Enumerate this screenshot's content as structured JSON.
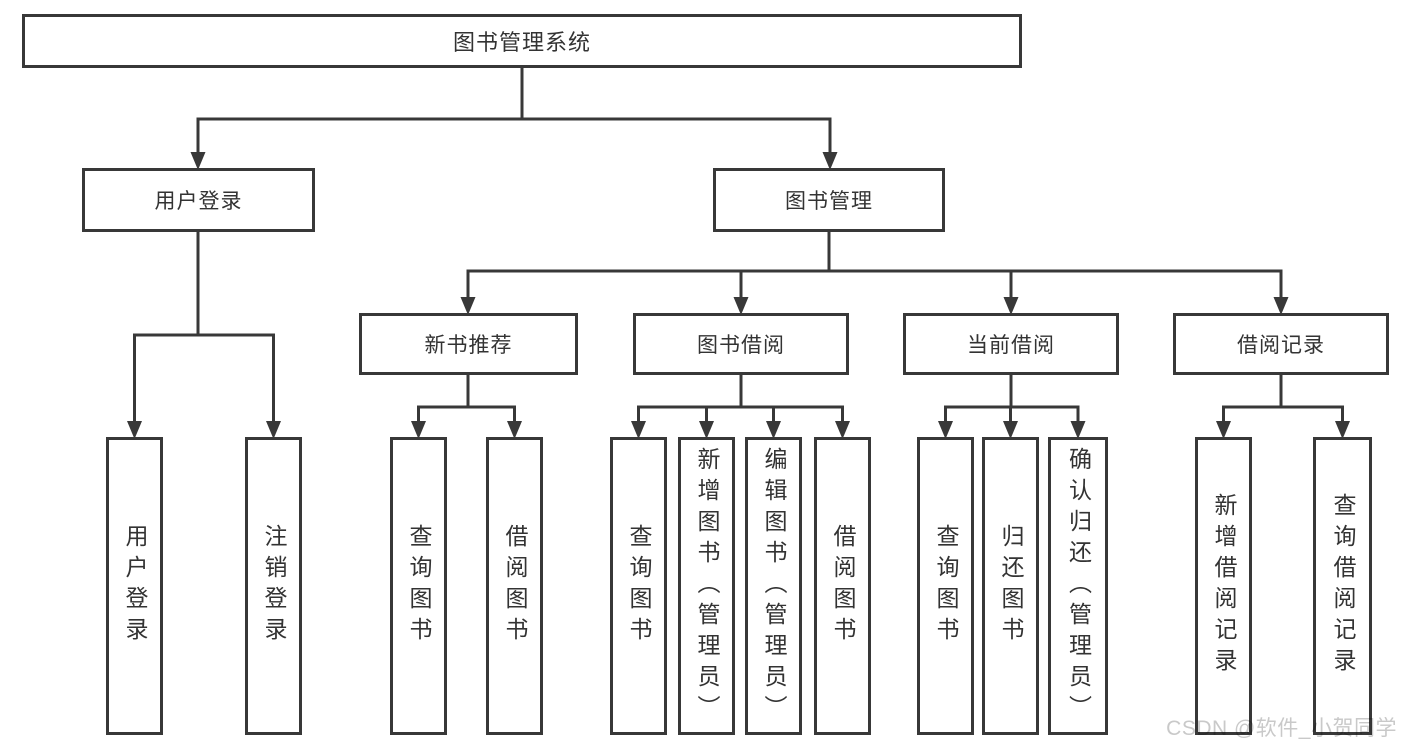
{
  "tree": {
    "label": "图书管理系统",
    "children": [
      {
        "label": "用户登录",
        "children": [
          {
            "label": "用户登录"
          },
          {
            "label": "注销登录"
          }
        ]
      },
      {
        "label": "图书管理",
        "children": [
          {
            "label": "新书推荐",
            "children": [
              {
                "label": "查询图书"
              },
              {
                "label": "借阅图书"
              }
            ]
          },
          {
            "label": "图书借阅",
            "children": [
              {
                "label": "查询图书"
              },
              {
                "label": "新增图书（管理员）"
              },
              {
                "label": "编辑图书（管理员）"
              },
              {
                "label": "借阅图书"
              }
            ]
          },
          {
            "label": "当前借阅",
            "children": [
              {
                "label": "查询图书"
              },
              {
                "label": "归还图书"
              },
              {
                "label": "确认归还（管理员）"
              }
            ]
          },
          {
            "label": "借阅记录",
            "children": [
              {
                "label": "新增借阅记录"
              },
              {
                "label": "查询借阅记录"
              }
            ]
          }
        ]
      }
    ]
  },
  "watermark": {
    "text": "CSDN @软件_小贺同学"
  },
  "colors": {
    "line": "#383838",
    "text": "#333333",
    "watermark": "#c9c9c9",
    "background": "#ffffff"
  }
}
